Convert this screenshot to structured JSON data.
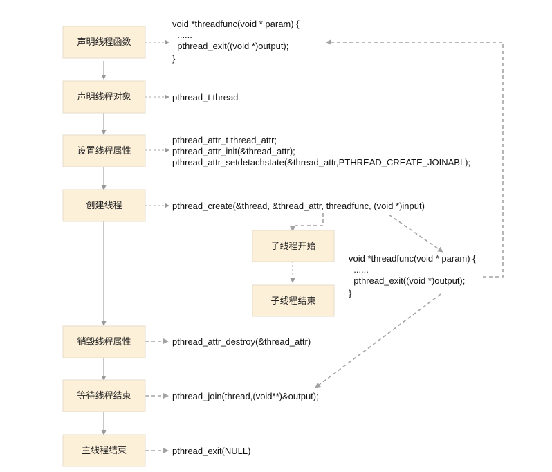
{
  "steps": [
    {
      "id": "declare-func",
      "label": "声明线程函数"
    },
    {
      "id": "declare-object",
      "label": "声明线程对象"
    },
    {
      "id": "set-attr",
      "label": "设置线程属性"
    },
    {
      "id": "create",
      "label": "创建线程"
    },
    {
      "id": "destroy-attr",
      "label": "销毁线程属性"
    },
    {
      "id": "wait-end",
      "label": "等待线程结束"
    },
    {
      "id": "main-end",
      "label": "主线程结束"
    }
  ],
  "child_steps": [
    {
      "id": "child-start",
      "label": "子线程开始"
    },
    {
      "id": "child-end",
      "label": "子线程结束"
    }
  ],
  "code": {
    "threadfunc_1": [
      "void *threadfunc(void * param) {",
      "  ......",
      "  pthread_exit((void *)output);",
      "}"
    ],
    "thread_decl": [
      "pthread_t thread"
    ],
    "attr_setup": [
      "pthread_attr_t thread_attr;",
      "pthread_attr_init(&thread_attr);",
      "pthread_attr_setdetachstate(&thread_attr,PTHREAD_CREATE_JOINABL);"
    ],
    "create_call": [
      "pthread_create(&thread, &thread_attr, threadfunc, (void *)input)"
    ],
    "threadfunc_2": [
      "void *threadfunc(void * param) {",
      "  ......",
      "  pthread_exit((void *)output);",
      "}"
    ],
    "attr_destroy": [
      "pthread_attr_destroy(&thread_attr)"
    ],
    "join_call": [
      "pthread_join(thread,(void**)&output);"
    ],
    "exit_call": [
      "pthread_exit(NULL)"
    ]
  },
  "colors": {
    "box_fill": "#fdf0d9",
    "box_border": "#e6dccb",
    "line": "#999999",
    "dash": "#a3a3a3"
  }
}
